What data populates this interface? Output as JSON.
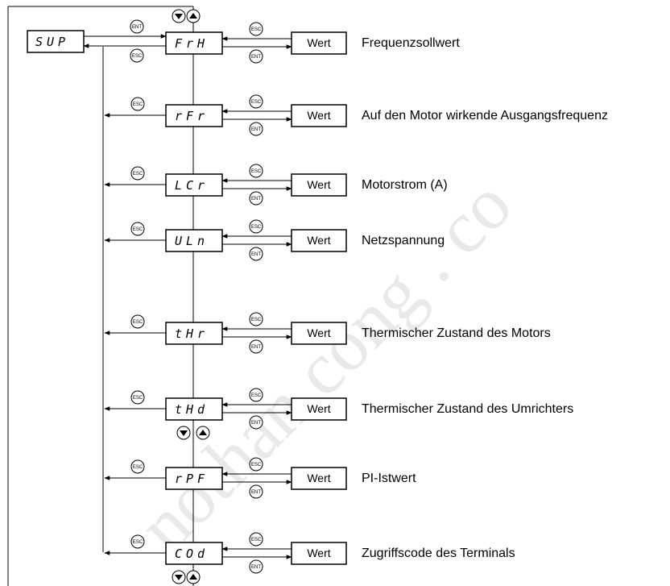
{
  "watermark": "nothan cong . co",
  "root_display": "SUP",
  "buttons": {
    "enter": "ENT",
    "escape": "ESC"
  },
  "icons": {
    "down": "down-arrow-button-icon",
    "up": "up-arrow-button-icon"
  },
  "parameters": [
    {
      "code": "FrH",
      "value_label": "Wert",
      "description": "Frequenzsollwert"
    },
    {
      "code": "rFr",
      "value_label": "Wert",
      "description": "Auf den Motor wirkende Ausgangsfrequenz"
    },
    {
      "code": "LCr",
      "value_label": "Wert",
      "description": "Motorstrom (A)"
    },
    {
      "code": "ULn",
      "value_label": "Wert",
      "description": "Netzspannung"
    },
    {
      "code": "tHr",
      "value_label": "Wert",
      "description": "Thermischer Zustand des Motors"
    },
    {
      "code": "tHd",
      "value_label": "Wert",
      "description": "Thermischer Zustand des Umrichters"
    },
    {
      "code": "rPF",
      "value_label": "Wert",
      "description": "PI-Istwert"
    },
    {
      "code": "COd",
      "value_label": "Wert",
      "description": "Zugriffscode des Terminals"
    }
  ]
}
